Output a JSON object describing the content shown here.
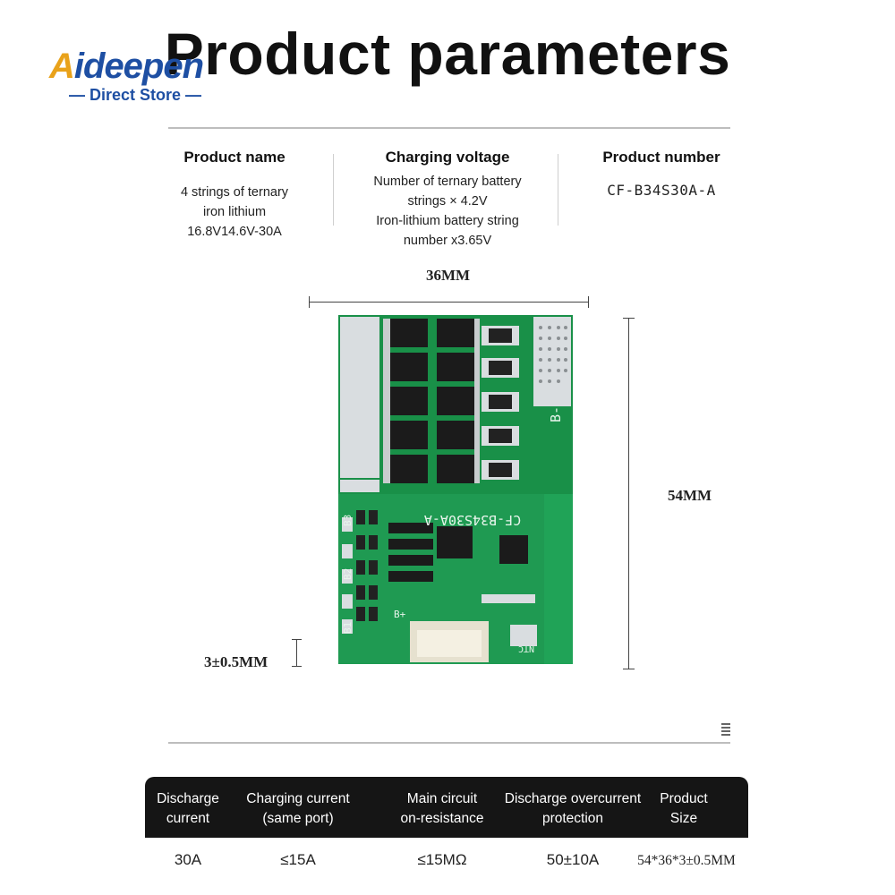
{
  "title": "Product parameters",
  "logo": {
    "prefix": "A",
    "name": "ideepen",
    "subtitle": "— Direct Store —"
  },
  "params": {
    "product_name": {
      "label": "Product name",
      "lines": [
        "4 strings of ternary",
        "iron lithium",
        "16.8V14.6V-30A"
      ]
    },
    "charging_voltage": {
      "label": "Charging voltage",
      "lines": [
        "Number of ternary battery",
        "strings × 4.2V",
        "Iron-lithium battery string",
        "number x3.65V"
      ]
    },
    "product_number": {
      "label": "Product number",
      "value": "CF-B34S30A-A"
    }
  },
  "image": {
    "width_label": "36MM",
    "height_label": "54MM",
    "thickness_label": "3±0.5MM",
    "board_silkscreen": "CF-B34S30A-A",
    "pad_labels": [
      "B-",
      "B+",
      "B3",
      "B2",
      "B1",
      "NTC"
    ],
    "colors": {
      "pcb": "#1f9a52",
      "pcb_dark": "#167a3f",
      "pad": "#d9dde0"
    }
  },
  "specs": {
    "headers": [
      [
        "Discharge",
        "current"
      ],
      [
        "Charging current",
        "(same port)"
      ],
      [
        "Main circuit",
        "on-resistance"
      ],
      [
        "Discharge overcurrent",
        "protection"
      ],
      [
        "Product",
        "Size"
      ]
    ],
    "values": [
      "30A",
      "≤15A",
      "≤15MΩ",
      "50±10A",
      "54*36*3±0.5MM"
    ]
  }
}
